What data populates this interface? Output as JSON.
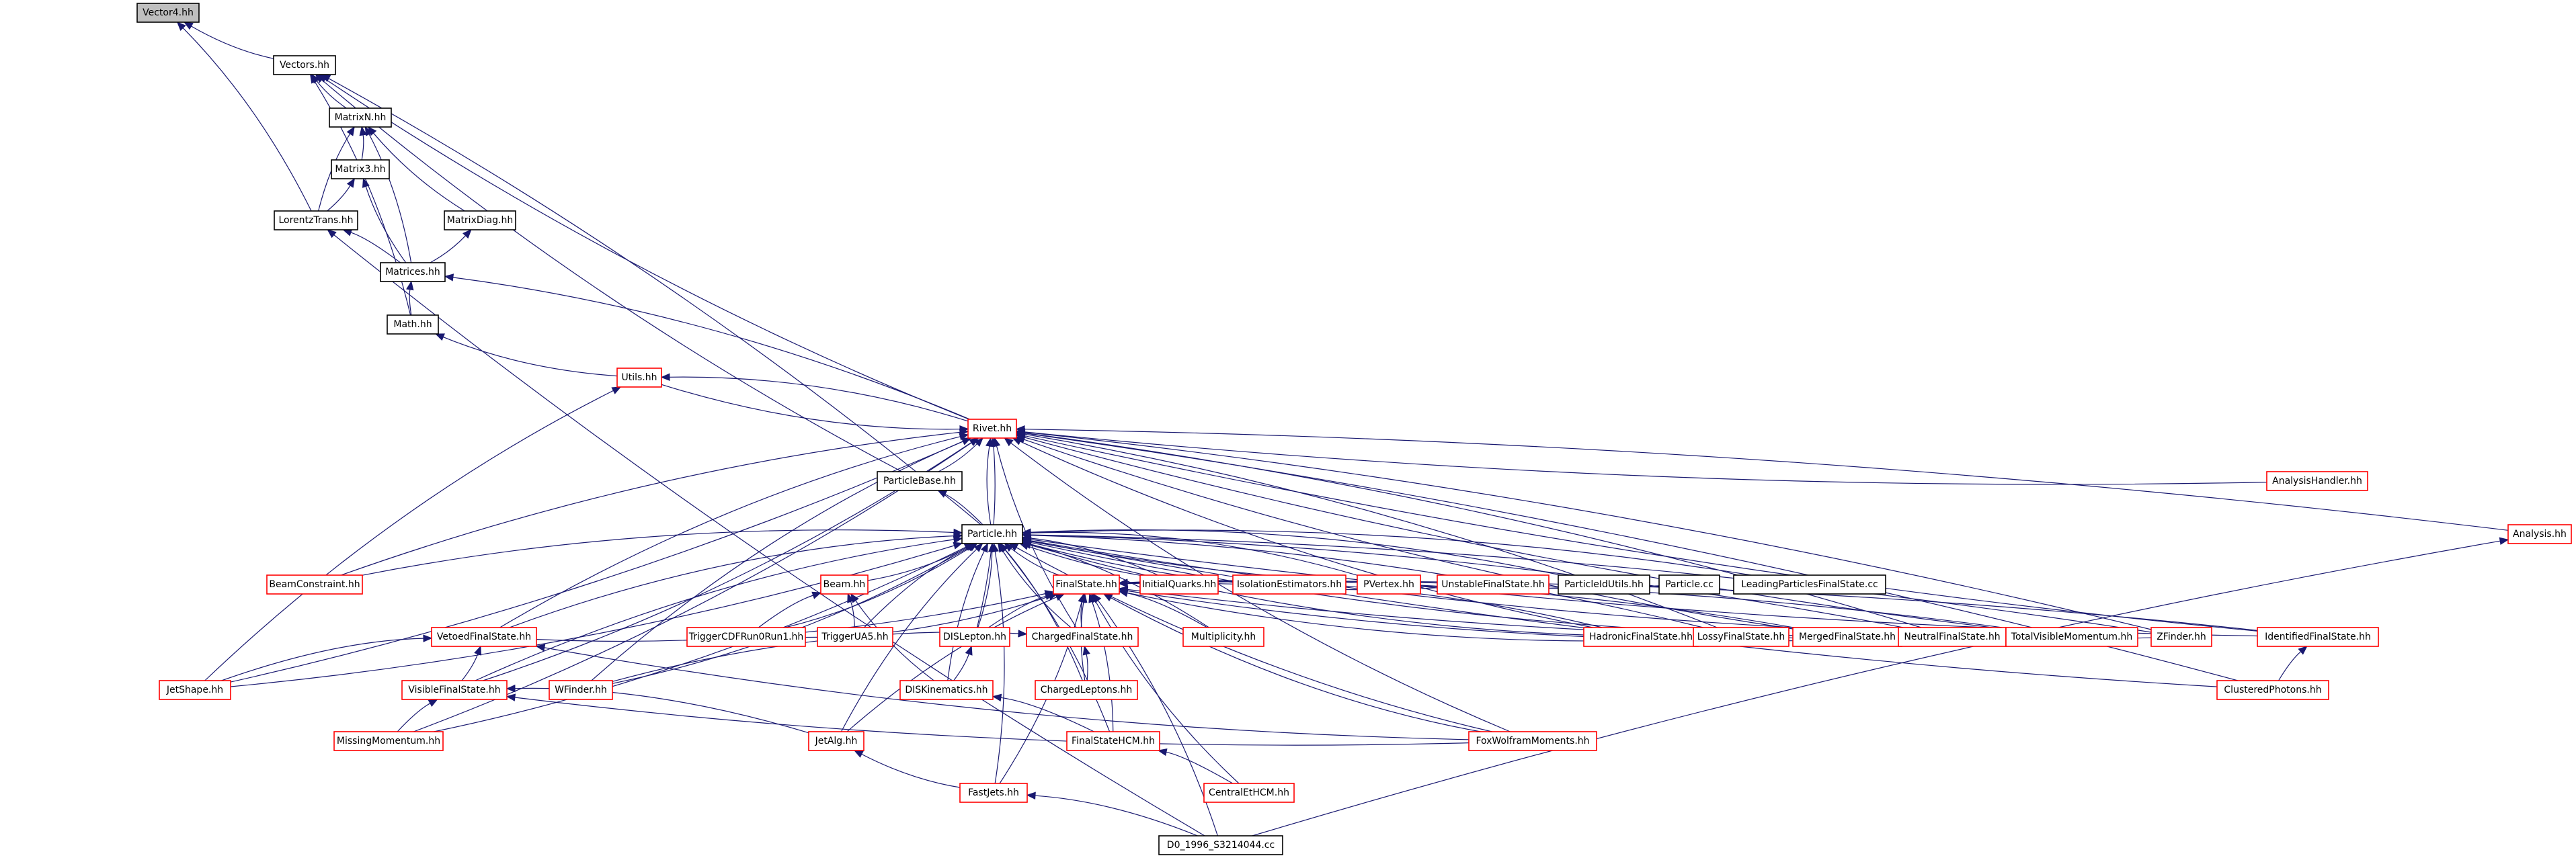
{
  "nodes": [
    {
      "id": "vector4",
      "label": "Vector4.hh",
      "style": "root",
      "link": false
    },
    {
      "id": "vectors",
      "label": "Vectors.hh",
      "style": "black",
      "link": true
    },
    {
      "id": "matrixn",
      "label": "MatrixN.hh",
      "style": "black",
      "link": true
    },
    {
      "id": "matrix3",
      "label": "Matrix3.hh",
      "style": "black",
      "link": true
    },
    {
      "id": "lorentztrans",
      "label": "LorentzTrans.hh",
      "style": "black",
      "link": true
    },
    {
      "id": "matrixdiag",
      "label": "MatrixDiag.hh",
      "style": "black",
      "link": true
    },
    {
      "id": "matrices",
      "label": "Matrices.hh",
      "style": "black",
      "link": true
    },
    {
      "id": "math",
      "label": "Math.hh",
      "style": "black",
      "link": true
    },
    {
      "id": "utils",
      "label": "Utils.hh",
      "style": "red",
      "link": true
    },
    {
      "id": "rivet",
      "label": "Rivet.hh",
      "style": "red",
      "link": true
    },
    {
      "id": "particlebase",
      "label": "ParticleBase.hh",
      "style": "black",
      "link": true
    },
    {
      "id": "particle",
      "label": "Particle.hh",
      "style": "black",
      "link": true
    },
    {
      "id": "analysishandler",
      "label": "AnalysisHandler.hh",
      "style": "red",
      "link": true
    },
    {
      "id": "analysis",
      "label": "Analysis.hh",
      "style": "red",
      "link": true
    },
    {
      "id": "beamconstraint",
      "label": "BeamConstraint.hh",
      "style": "red",
      "link": true
    },
    {
      "id": "beam",
      "label": "Beam.hh",
      "style": "red",
      "link": true
    },
    {
      "id": "finalstate",
      "label": "FinalState.hh",
      "style": "red",
      "link": true
    },
    {
      "id": "initialquarks",
      "label": "InitialQuarks.hh",
      "style": "red",
      "link": true
    },
    {
      "id": "isolationestimators",
      "label": "IsolationEstimators.hh",
      "style": "red",
      "link": true
    },
    {
      "id": "pvertex",
      "label": "PVertex.hh",
      "style": "red",
      "link": true
    },
    {
      "id": "unstablefinalstate",
      "label": "UnstableFinalState.hh",
      "style": "red",
      "link": true
    },
    {
      "id": "particleidutils",
      "label": "ParticleIdUtils.hh",
      "style": "black",
      "link": true
    },
    {
      "id": "particlecc",
      "label": "Particle.cc",
      "style": "black",
      "link": true
    },
    {
      "id": "leadingparticles",
      "label": "LeadingParticlesFinalState.cc",
      "style": "black",
      "link": true
    },
    {
      "id": "vetoedfinalstate",
      "label": "VetoedFinalState.hh",
      "style": "red",
      "link": true
    },
    {
      "id": "triggercdf",
      "label": "TriggerCDFRun0Run1.hh",
      "style": "red",
      "link": true
    },
    {
      "id": "triggerua5",
      "label": "TriggerUA5.hh",
      "style": "red",
      "link": true
    },
    {
      "id": "dislepton",
      "label": "DISLepton.hh",
      "style": "red",
      "link": true
    },
    {
      "id": "chargedfinalstate",
      "label": "ChargedFinalState.hh",
      "style": "red",
      "link": true
    },
    {
      "id": "multiplicity",
      "label": "Multiplicity.hh",
      "style": "red",
      "link": true
    },
    {
      "id": "hadronicfinalstate",
      "label": "HadronicFinalState.hh",
      "style": "red",
      "link": true
    },
    {
      "id": "lossyfinalstate",
      "label": "LossyFinalState.hh",
      "style": "red",
      "link": true
    },
    {
      "id": "mergedfinalstate",
      "label": "MergedFinalState.hh",
      "style": "red",
      "link": true
    },
    {
      "id": "neutralfinalstate",
      "label": "NeutralFinalState.hh",
      "style": "red",
      "link": true
    },
    {
      "id": "totalvisiblemomentum",
      "label": "TotalVisibleMomentum.hh",
      "style": "red",
      "link": true
    },
    {
      "id": "zfinder",
      "label": "ZFinder.hh",
      "style": "red",
      "link": true
    },
    {
      "id": "identifiedfinalstate",
      "label": "IdentifiedFinalState.hh",
      "style": "red",
      "link": true
    },
    {
      "id": "jetshape",
      "label": "JetShape.hh",
      "style": "red",
      "link": true
    },
    {
      "id": "visiblefinalstate",
      "label": "VisibleFinalState.hh",
      "style": "red",
      "link": true
    },
    {
      "id": "wfinder",
      "label": "WFinder.hh",
      "style": "red",
      "link": true
    },
    {
      "id": "diskinematics",
      "label": "DISKinematics.hh",
      "style": "red",
      "link": true
    },
    {
      "id": "chargedleptons",
      "label": "ChargedLeptons.hh",
      "style": "red",
      "link": true
    },
    {
      "id": "clusteredphotons",
      "label": "ClusteredPhotons.hh",
      "style": "red",
      "link": true
    },
    {
      "id": "missingmomentum",
      "label": "MissingMomentum.hh",
      "style": "red",
      "link": true
    },
    {
      "id": "jetalg",
      "label": "JetAlg.hh",
      "style": "red",
      "link": true
    },
    {
      "id": "finalstatehcm",
      "label": "FinalStateHCM.hh",
      "style": "red",
      "link": true
    },
    {
      "id": "foxwolfram",
      "label": "FoxWolframMoments.hh",
      "style": "red",
      "link": true
    },
    {
      "id": "centraleth",
      "label": "CentralEtHCM.hh",
      "style": "red",
      "link": true
    },
    {
      "id": "fastjets",
      "label": "FastJets.hh",
      "style": "red",
      "link": true
    },
    {
      "id": "d0",
      "label": "D0_1996_S3214044.cc",
      "style": "black",
      "link": true
    }
  ],
  "edges": [
    [
      "vectors",
      "vector4"
    ],
    [
      "lorentztrans",
      "vector4"
    ],
    [
      "matrixn",
      "vectors"
    ],
    [
      "math",
      "vectors"
    ],
    [
      "particlebase",
      "vectors"
    ],
    [
      "particle",
      "vectors"
    ],
    [
      "rivet",
      "vectors"
    ],
    [
      "matrix3",
      "matrixn"
    ],
    [
      "lorentztrans",
      "matrixn"
    ],
    [
      "matrices",
      "matrixn"
    ],
    [
      "matrixdiag",
      "matrixn"
    ],
    [
      "lorentztrans",
      "matrix3"
    ],
    [
      "matrices",
      "matrix3"
    ],
    [
      "matrices",
      "lorentztrans"
    ],
    [
      "d0",
      "lorentztrans"
    ],
    [
      "matrices",
      "matrixdiag"
    ],
    [
      "math",
      "matrices"
    ],
    [
      "rivet",
      "matrices"
    ],
    [
      "utils",
      "math"
    ],
    [
      "rivet",
      "utils"
    ],
    [
      "jetshape",
      "utils"
    ],
    [
      "utils",
      "rivet"
    ],
    [
      "particle",
      "rivet"
    ],
    [
      "particlebase",
      "rivet"
    ],
    [
      "analysishandler",
      "rivet"
    ],
    [
      "analysis",
      "rivet"
    ],
    [
      "beamconstraint",
      "rivet"
    ],
    [
      "jetshape",
      "rivet"
    ],
    [
      "vetoedfinalstate",
      "rivet"
    ],
    [
      "visiblefinalstate",
      "rivet"
    ],
    [
      "wfinder",
      "rivet"
    ],
    [
      "missingmomentum",
      "rivet"
    ],
    [
      "chargedfinalstate",
      "rivet"
    ],
    [
      "dislepton",
      "rivet"
    ],
    [
      "hadronicfinalstate",
      "rivet"
    ],
    [
      "lossyfinalstate",
      "rivet"
    ],
    [
      "mergedfinalstate",
      "rivet"
    ],
    [
      "neutralfinalstate",
      "rivet"
    ],
    [
      "totalvisiblemomentum",
      "rivet"
    ],
    [
      "zfinder",
      "rivet"
    ],
    [
      "identifiedfinalstate",
      "rivet"
    ],
    [
      "clusteredphotons",
      "rivet"
    ],
    [
      "foxwolfram",
      "rivet"
    ],
    [
      "particle",
      "particlebase"
    ],
    [
      "beamconstraint",
      "particle"
    ],
    [
      "beam",
      "particle"
    ],
    [
      "finalstate",
      "particle"
    ],
    [
      "initialquarks",
      "particle"
    ],
    [
      "isolationestimators",
      "particle"
    ],
    [
      "pvertex",
      "particle"
    ],
    [
      "unstablefinalstate",
      "particle"
    ],
    [
      "particleidutils",
      "particle"
    ],
    [
      "particlecc",
      "particle"
    ],
    [
      "leadingparticles",
      "particle"
    ],
    [
      "vetoedfinalstate",
      "particle"
    ],
    [
      "triggercdf",
      "particle"
    ],
    [
      "triggerua5",
      "particle"
    ],
    [
      "dislepton",
      "particle"
    ],
    [
      "chargedfinalstate",
      "particle"
    ],
    [
      "multiplicity",
      "particle"
    ],
    [
      "hadronicfinalstate",
      "particle"
    ],
    [
      "lossyfinalstate",
      "particle"
    ],
    [
      "mergedfinalstate",
      "particle"
    ],
    [
      "neutralfinalstate",
      "particle"
    ],
    [
      "totalvisiblemomentum",
      "particle"
    ],
    [
      "zfinder",
      "particle"
    ],
    [
      "identifiedfinalstate",
      "particle"
    ],
    [
      "jetshape",
      "particle"
    ],
    [
      "visiblefinalstate",
      "particle"
    ],
    [
      "wfinder",
      "particle"
    ],
    [
      "diskinematics",
      "particle"
    ],
    [
      "chargedleptons",
      "particle"
    ],
    [
      "clusteredphotons",
      "particle"
    ],
    [
      "missingmomentum",
      "particle"
    ],
    [
      "jetalg",
      "particle"
    ],
    [
      "finalstatehcm",
      "particle"
    ],
    [
      "foxwolfram",
      "particle"
    ],
    [
      "fastjets",
      "particle"
    ],
    [
      "triggercdf",
      "beam"
    ],
    [
      "triggerua5",
      "beam"
    ],
    [
      "diskinematics",
      "beam"
    ],
    [
      "vetoedfinalstate",
      "finalstate"
    ],
    [
      "chargedfinalstate",
      "finalstate"
    ],
    [
      "multiplicity",
      "finalstate"
    ],
    [
      "dislepton",
      "finalstate"
    ],
    [
      "hadronicfinalstate",
      "finalstate"
    ],
    [
      "lossyfinalstate",
      "finalstate"
    ],
    [
      "mergedfinalstate",
      "finalstate"
    ],
    [
      "neutralfinalstate",
      "finalstate"
    ],
    [
      "totalvisiblemomentum",
      "finalstate"
    ],
    [
      "zfinder",
      "finalstate"
    ],
    [
      "identifiedfinalstate",
      "finalstate"
    ],
    [
      "centraleth",
      "finalstate"
    ],
    [
      "fastjets",
      "finalstate"
    ],
    [
      "jetalg",
      "finalstate"
    ],
    [
      "finalstatehcm",
      "finalstate"
    ],
    [
      "foxwolfram",
      "finalstate"
    ],
    [
      "d0",
      "finalstate"
    ],
    [
      "chargedleptons",
      "finalstate"
    ],
    [
      "triggercdf",
      "finalstate"
    ],
    [
      "jetshape",
      "vetoedfinalstate"
    ],
    [
      "visiblefinalstate",
      "vetoedfinalstate"
    ],
    [
      "foxwolfram",
      "vetoedfinalstate"
    ],
    [
      "chargedleptons",
      "chargedfinalstate"
    ],
    [
      "wfinder",
      "chargedfinalstate"
    ],
    [
      "diskinematics",
      "dislepton"
    ],
    [
      "missingmomentum",
      "visiblefinalstate"
    ],
    [
      "jetalg",
      "visiblefinalstate"
    ],
    [
      "foxwolfram",
      "visiblefinalstate"
    ],
    [
      "finalstatehcm",
      "diskinematics"
    ],
    [
      "clusteredphotons",
      "identifiedfinalstate"
    ],
    [
      "centraleth",
      "finalstatehcm"
    ],
    [
      "fastjets",
      "jetalg"
    ],
    [
      "d0",
      "fastjets"
    ],
    [
      "d0",
      "analysis"
    ]
  ]
}
